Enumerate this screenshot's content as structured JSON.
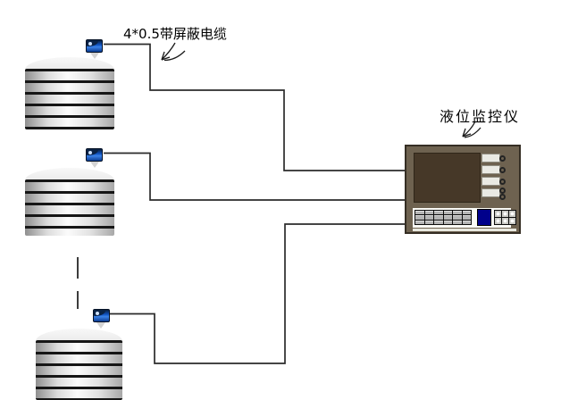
{
  "diagram": {
    "cable_label": "4*0.5带屏蔽电缆",
    "monitor_label": "液位监控仪",
    "tanks_visible": 3,
    "continuation_dashes": 2,
    "icons": {
      "tank": "storage-tank",
      "sensor": "level-transmitter",
      "monitor": "level-monitor-panel",
      "cable": "shielded-cable-line"
    }
  },
  "colors": {
    "background": "#ffffff",
    "cable_line": "#2b2b2b",
    "device_frame": "#6e6250",
    "device_border": "#35e2e24",
    "device_screen": "#463828",
    "screen_glare": "#f2ead8",
    "key_blue": "#00008b",
    "sensor_blue": "#1757c8",
    "tank_light": "#fbfbfb",
    "tank_dark": "#8f8f8f",
    "tank_band": "#161616"
  }
}
